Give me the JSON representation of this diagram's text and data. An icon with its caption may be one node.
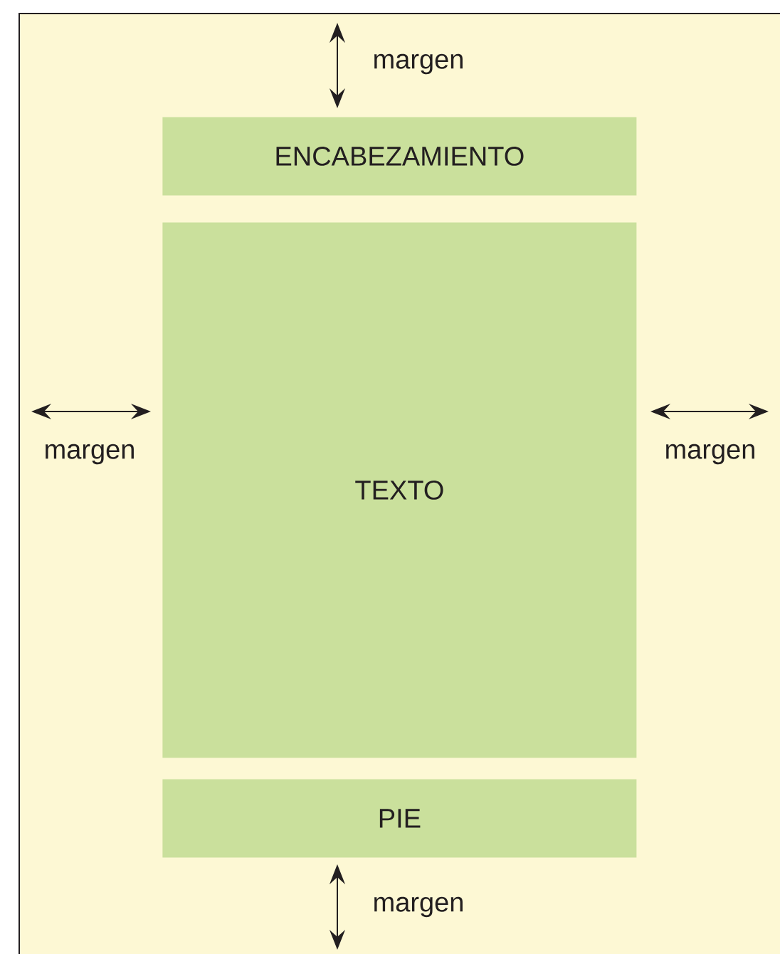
{
  "diagram": {
    "nodes": [
      {
        "text": [],
        "shape": "box"
      },
      {
        "text": [
          "ENCABEZAMIENTO"
        ],
        "in": 0
      },
      {
        "text": [
          "TEXTO"
        ],
        "in": 0
      },
      {
        "text": [
          "PIE"
        ],
        "in": 0
      }
    ],
    "labels": [
      "margen",
      "margen",
      "margen",
      "margen"
    ]
  }
}
